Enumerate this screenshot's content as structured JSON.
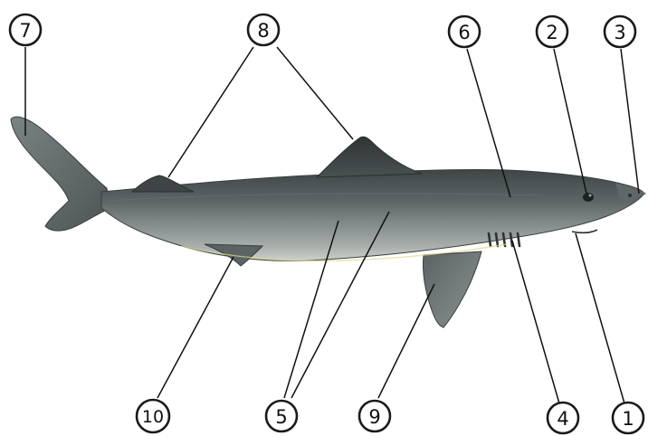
{
  "diagram": {
    "subject": "shark-illustration",
    "colors": {
      "body_top": "#4f5556",
      "body_mid": "#7c8586",
      "belly": "#c9cdc8",
      "fin_dark": "#3e4344",
      "outline": "#1a1a1a"
    },
    "callouts": [
      {
        "id": "c1",
        "label": "1"
      },
      {
        "id": "c2",
        "label": "2"
      },
      {
        "id": "c3",
        "label": "3"
      },
      {
        "id": "c4",
        "label": "4"
      },
      {
        "id": "c5",
        "label": "5"
      },
      {
        "id": "c6",
        "label": "6"
      },
      {
        "id": "c7",
        "label": "7"
      },
      {
        "id": "c8",
        "label": "8"
      },
      {
        "id": "c9",
        "label": "9"
      },
      {
        "id": "c10",
        "label": "10"
      }
    ]
  }
}
